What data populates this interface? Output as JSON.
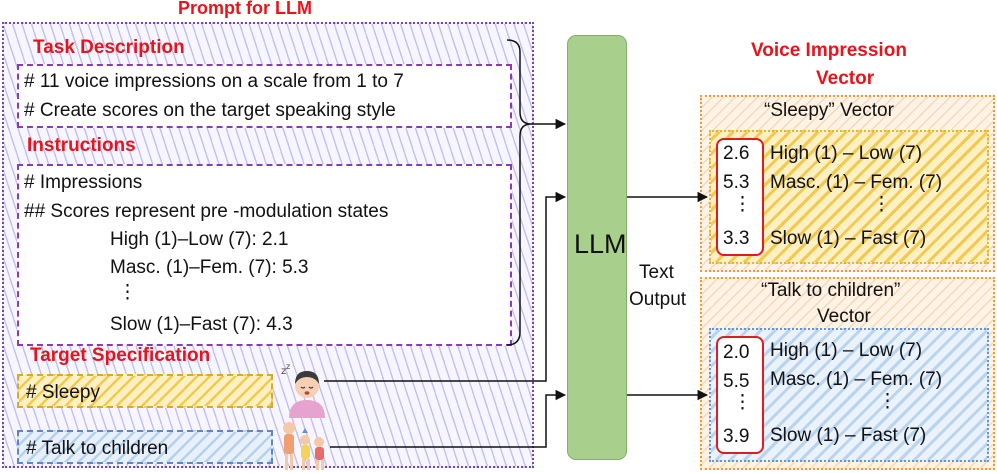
{
  "prompt": {
    "title": "Prompt for LLM",
    "task_description": {
      "heading": "Task Description",
      "lines": [
        "# 11 voice impressions on a scale from 1 to 7",
        "# Create scores on the target speaking style"
      ]
    },
    "instructions": {
      "heading": "Instructions",
      "lines": [
        "# Impressions",
        "## Scores represent pre -modulation states",
        "High (1)–Low (7): 2.1",
        "Masc. (1)–Fem. (7): 5.3",
        "⋮",
        "Slow (1)–Fast (7): 4.3"
      ]
    },
    "target_specification": {
      "heading": "Target Specification",
      "items": [
        "# Sleepy",
        "# Talk to children"
      ],
      "icons": [
        "sleepy-person-icon",
        "children-icon"
      ]
    }
  },
  "llm": {
    "label": "LLM",
    "output_label_line1": "Text",
    "output_label_line2": "Output"
  },
  "vectors": {
    "title_line1": "Voice Impression",
    "title_line2": "Vector",
    "sleepy": {
      "title": "“Sleepy” Vector",
      "scores": [
        "2.6",
        "5.3",
        "⋮",
        "3.3"
      ],
      "labels": [
        "High (1) – Low (7)",
        "Masc. (1) – Fem. (7)",
        "⋮",
        "Slow (1) – Fast (7)"
      ]
    },
    "children": {
      "title_line1": "“Talk to children”",
      "title_line2": "Vector",
      "scores": [
        "2.0",
        "5.5",
        "⋮",
        "3.9"
      ],
      "labels": [
        "High (1) – Low (7)",
        "Masc. (1) – Fem. (7)",
        "⋮",
        "Slow (1) – Fast (7)"
      ]
    }
  },
  "colors": {
    "heading_red": "#e8141b",
    "prompt_border": "#7a42b8",
    "llm_green": "#a9cf8c",
    "sleepy_yellow": "#f4c440",
    "children_blue": "#6a95cc",
    "vector_orange": "#ef9a3c"
  }
}
